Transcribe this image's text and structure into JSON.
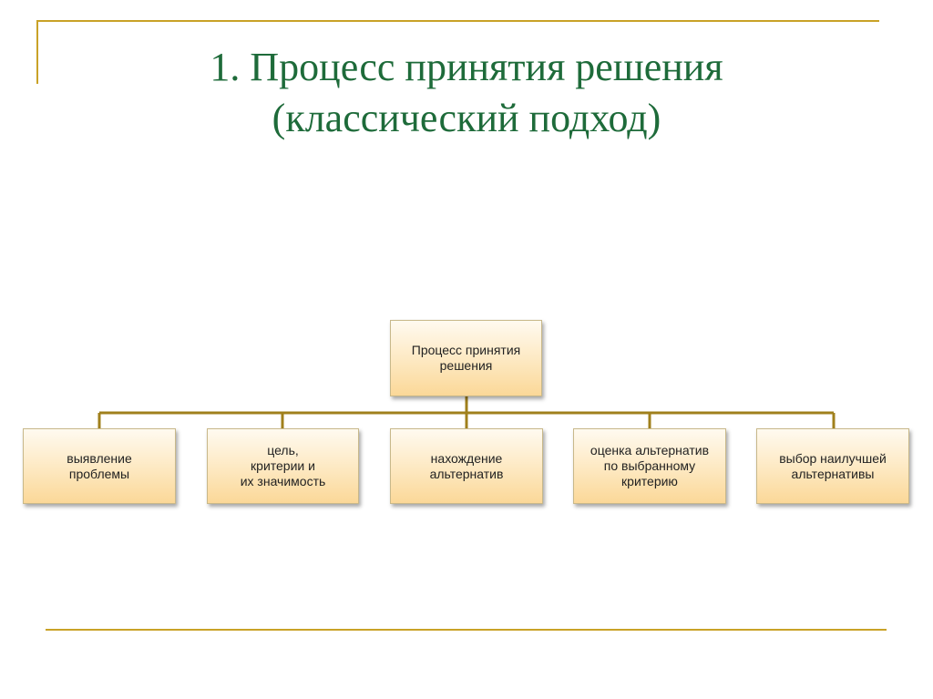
{
  "slide": {
    "title_line1": "1. Процесс принятия решения",
    "title_line2": "(классический подход)"
  },
  "diagram": {
    "root": "Процесс принятия\nрешения",
    "children": [
      "выявление\nпроблемы",
      "цель,\nкритерии и\nих значимость",
      "нахождение\nальтернатив",
      "оценка альтернатив\nпо выбранному\nкритерию",
      "выбор наилучшей\nальтернативы"
    ]
  },
  "colors": {
    "title": "#1e6b3a",
    "rule": "#c9a227",
    "connector": "#a0801c",
    "box_fill": "#fde8c0"
  }
}
